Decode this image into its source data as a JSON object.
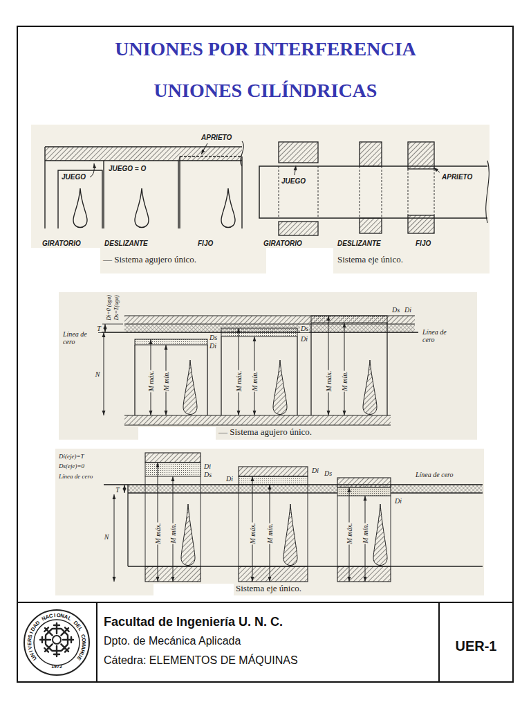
{
  "diagram": {
    "title": "UNIONES POR INTERFERENCIA",
    "nodes": [
      {
        "text": [
          "UNIVERSIDAD NACIONAL DEL COMAHUE",
          "1972"
        ]
      },
      {
        "text": [
          "Facultad de Ingeniería U. N. C.",
          "Dpto. de Mecánica Aplicada",
          "Cátedra: ELEMENTOS DE MÁQUINAS"
        ]
      },
      {
        "text": [
          "UER-1"
        ]
      }
    ],
    "labels": [
      "UNIONES CILÍNDRICAS",
      "APRIETO",
      "JUEGO",
      "JUEGO = O",
      "GIRATORIO",
      "DESLIZANTE",
      "FIJO",
      "— Sistema agujero único.",
      "JUEGO",
      "APRIETO",
      "GIRATORIO",
      "DESLIZANTE",
      "FIJO",
      "Sistema eje único.",
      "Di=0 (agu)",
      "Ds=T(agu)",
      "T",
      "Línea de cero",
      "Ds",
      "Di",
      "N",
      "M máx.",
      "M mín.",
      "Di",
      "Ds",
      "M máx.",
      "M mín.",
      "Ds",
      "Di",
      "M máx.",
      "M mín.",
      "Línea de cero",
      "— Sistema agujero único.",
      "Di(eje)=T",
      "Ds(eje)=0",
      "Línea de cero",
      "T",
      "Di",
      "Ds",
      "Di",
      "Di",
      "Ds",
      "Línea de cero",
      "Di",
      "N",
      "M máx.",
      "M mín.",
      "M máx.",
      "M mín.",
      "M máx.",
      "M mín.",
      "Sistema eje único."
    ]
  }
}
